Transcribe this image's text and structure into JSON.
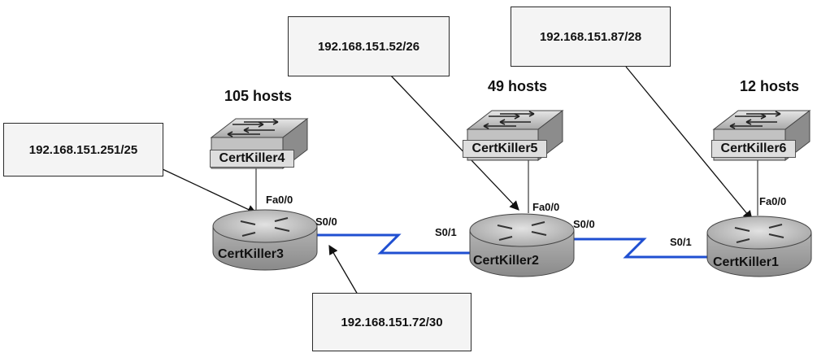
{
  "callouts": {
    "c1": "192.168.151.52/26",
    "c2": "192.168.151.87/28",
    "c3": "192.168.151.251/25",
    "c4": "192.168.151.72/30"
  },
  "hosts": {
    "left": "105 hosts",
    "middle": "49 hosts",
    "right": "12 hosts"
  },
  "switches": {
    "sw4": "CertKiller4",
    "sw5": "CertKiller5",
    "sw6": "CertKiller6"
  },
  "routers": {
    "r3": "CertKiller3",
    "r2": "CertKiller2",
    "r1": "CertKiller1"
  },
  "interfaces": {
    "r3_fa": "Fa0/0",
    "r3_s": "S0/0",
    "r2_s1": "S0/1",
    "r2_fa": "Fa0/0",
    "r2_s0": "S0/0",
    "r1_s1": "S0/1",
    "r1_fa": "Fa0/0"
  },
  "colors": {
    "serial_link": "#1f4fd1",
    "device_fill": "#9a9a9a"
  }
}
